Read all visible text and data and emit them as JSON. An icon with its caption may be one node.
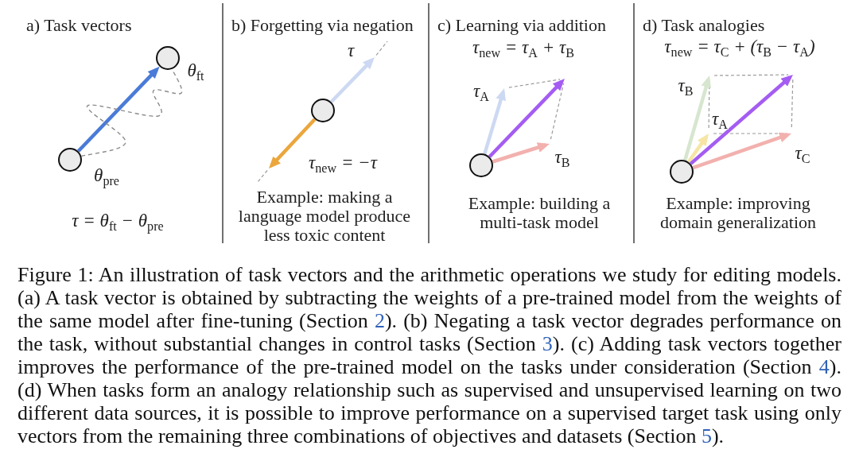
{
  "diagram": {
    "caption": "Figure 1: An illustration of task vectors and the arithmetic operations we study for editing models. (a) A task vector is obtained by subtracting the weights of a pre-trained model from the weights of the same model after fine-tuning (Section 2). (b) Negating a task vector degrades performance on the task, without substantial changes in control tasks (Section 3). (c) Adding task vectors together improves the performance of the pre-trained model on the tasks under consideration (Section 4). (d) When tasks form an analogy relationship such as supervised and unsupervised learning on two different data sources, it is possible to improve performance on a supervised target task using only vectors from the remaining three combinations of objectives and datasets (Section 5).",
    "nodes": [
      {
        "text": [],
        "shape": "circle",
        "beside": [
          "θ$_{pre}$"
        ]
      },
      {
        "text": [],
        "shape": "circle",
        "beside": [
          "θ$_{ft}$"
        ]
      },
      {
        "text": [],
        "shape": "circle"
      },
      {
        "text": [],
        "shape": "circle"
      },
      {
        "text": [],
        "shape": "circle"
      }
    ],
    "edges": [
      {
        "from": 0,
        "to": 1,
        "arrow": "to",
        "color": "#4a7bd8"
      },
      {
        "from": 0,
        "to": 1,
        "arrow": "none",
        "style": "dashed",
        "color": "#8c8c8c"
      },
      {
        "from": 2,
        "to": null,
        "arrow": "to",
        "label": "τ",
        "color": "#cdd9f2"
      },
      {
        "from": 2,
        "to": null,
        "arrow": "to",
        "label": "τ$_{new}$ = −τ",
        "color": "#eba63c"
      },
      {
        "from": 3,
        "to": null,
        "arrow": "to",
        "label": "τ$_{A}$",
        "color": "#cdd9f2"
      },
      {
        "from": 3,
        "to": null,
        "arrow": "to",
        "label": "τ$_{B}$",
        "color": "#f2b1ae"
      },
      {
        "from": 3,
        "to": null,
        "arrow": "to",
        "color": "#a45cf2"
      },
      {
        "from": 4,
        "to": null,
        "arrow": "to",
        "label": "τ$_{B}$",
        "color": "#d7e6cf"
      },
      {
        "from": 4,
        "to": null,
        "arrow": "to",
        "label": "τ$_{A}$",
        "color": "#f6e5a5"
      },
      {
        "from": 4,
        "to": null,
        "arrow": "to",
        "label": "τ$_{C}$",
        "color": "#f2b1ae"
      },
      {
        "from": 4,
        "to": null,
        "arrow": "to",
        "color": "#a45cf2"
      }
    ],
    "labels": [
      "a) Task vectors",
      "τ = θ$_{ft}$ − θ$_{pre}$",
      "b) Forgetting via negation",
      "Example: making a language model produce less toxic content",
      "c) Learning via addition",
      "τ$_{new}$ = τ$_{A}$ + τ$_{B}$",
      "Example: building a multi-task model",
      "d) Task analogies",
      "τ$_{new}$ = τ$_{C}$ + (τ$_{B}$ − τ$_{A}$)",
      "Example: improving domain generalization"
    ]
  }
}
